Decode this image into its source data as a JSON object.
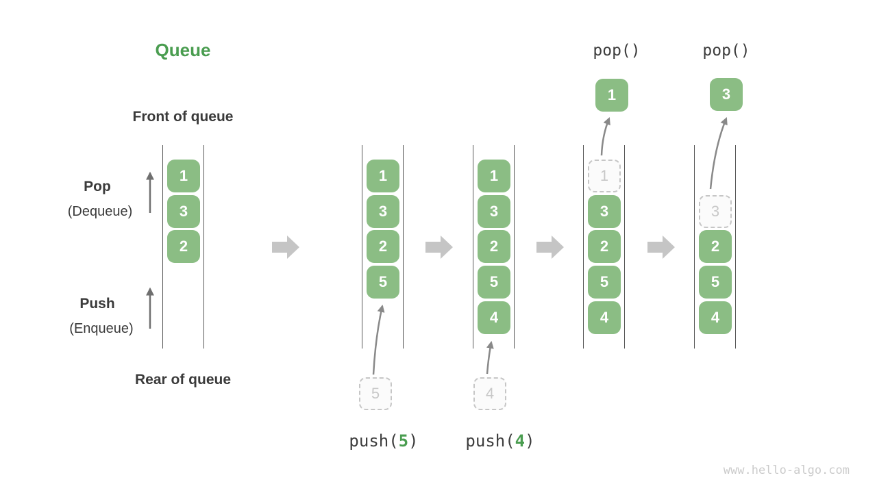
{
  "title": "Queue",
  "labels": {
    "front": "Front of queue",
    "rear": "Rear of queue",
    "pop": "Pop",
    "pop_sub": "(Dequeue)",
    "push": "Push",
    "push_sub": "(Enqueue)"
  },
  "operations": {
    "pop_calls": [
      "pop()",
      "pop()"
    ],
    "push_calls": [
      {
        "prefix": "push(",
        "arg": "5",
        "suffix": ")"
      },
      {
        "prefix": "push(",
        "arg": "4",
        "suffix": ")"
      }
    ]
  },
  "states": [
    {
      "cells": [
        {
          "row": 0,
          "value": "1",
          "type": "solid"
        },
        {
          "row": 1,
          "value": "3",
          "type": "solid"
        },
        {
          "row": 2,
          "value": "2",
          "type": "solid"
        }
      ]
    },
    {
      "cells": [
        {
          "row": 0,
          "value": "1",
          "type": "solid"
        },
        {
          "row": 1,
          "value": "3",
          "type": "solid"
        },
        {
          "row": 2,
          "value": "2",
          "type": "solid"
        },
        {
          "row": 3,
          "value": "5",
          "type": "solid"
        }
      ],
      "incoming": {
        "value": "5"
      }
    },
    {
      "cells": [
        {
          "row": 0,
          "value": "1",
          "type": "solid"
        },
        {
          "row": 1,
          "value": "3",
          "type": "solid"
        },
        {
          "row": 2,
          "value": "2",
          "type": "solid"
        },
        {
          "row": 3,
          "value": "5",
          "type": "solid"
        },
        {
          "row": 4,
          "value": "4",
          "type": "solid"
        }
      ],
      "incoming": {
        "value": "4"
      }
    },
    {
      "cells": [
        {
          "row": 0,
          "value": "1",
          "type": "ghost"
        },
        {
          "row": 1,
          "value": "3",
          "type": "solid"
        },
        {
          "row": 2,
          "value": "2",
          "type": "solid"
        },
        {
          "row": 3,
          "value": "5",
          "type": "solid"
        },
        {
          "row": 4,
          "value": "4",
          "type": "solid"
        }
      ],
      "popped": {
        "value": "1"
      }
    },
    {
      "cells": [
        {
          "row": 1,
          "value": "3",
          "type": "ghost"
        },
        {
          "row": 2,
          "value": "2",
          "type": "solid"
        },
        {
          "row": 3,
          "value": "5",
          "type": "solid"
        },
        {
          "row": 4,
          "value": "4",
          "type": "solid"
        }
      ],
      "popped": {
        "value": "3"
      }
    }
  ],
  "colors": {
    "accent_green": "#4a9d50",
    "box_green": "#8bbd84",
    "text_dark": "#3b3b3b",
    "arrow_gray": "#898989",
    "block_arrow_gray": "#c5c5c5",
    "ghost_gray": "#c8c8c8"
  },
  "watermark": "www.hello-algo.com"
}
